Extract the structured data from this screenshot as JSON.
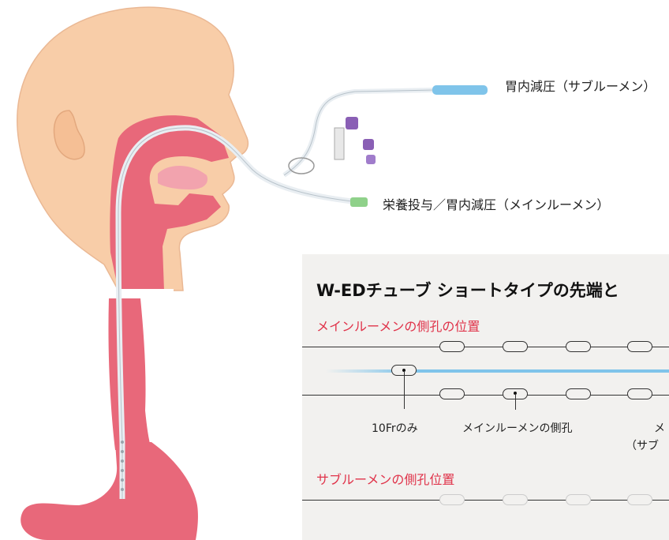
{
  "labels": {
    "decompression_sub": "胃内減圧（サブルーメン）",
    "feeding_main": "栄養投与／胃内減圧（メインルーメン）"
  },
  "panel": {
    "title": "W-EDチューブ ショートタイプの先端と",
    "main_section": "メインルーメンの側孔の位置",
    "sub_section": "サブルーメンの側孔位置",
    "callouts": {
      "only_10fr": "10Frのみ",
      "main_side_hole": "メインルーメンの側孔",
      "partial_1": "メ",
      "partial_2": "（サブ"
    }
  },
  "colors": {
    "skin": "#f8cda8",
    "tissue_pink": "#e8687a",
    "section_red": "#e0334a",
    "tube_blue": "#7fc4ea",
    "connector_purple": "#8a5fb5",
    "connector_green": "#8fd18a"
  }
}
